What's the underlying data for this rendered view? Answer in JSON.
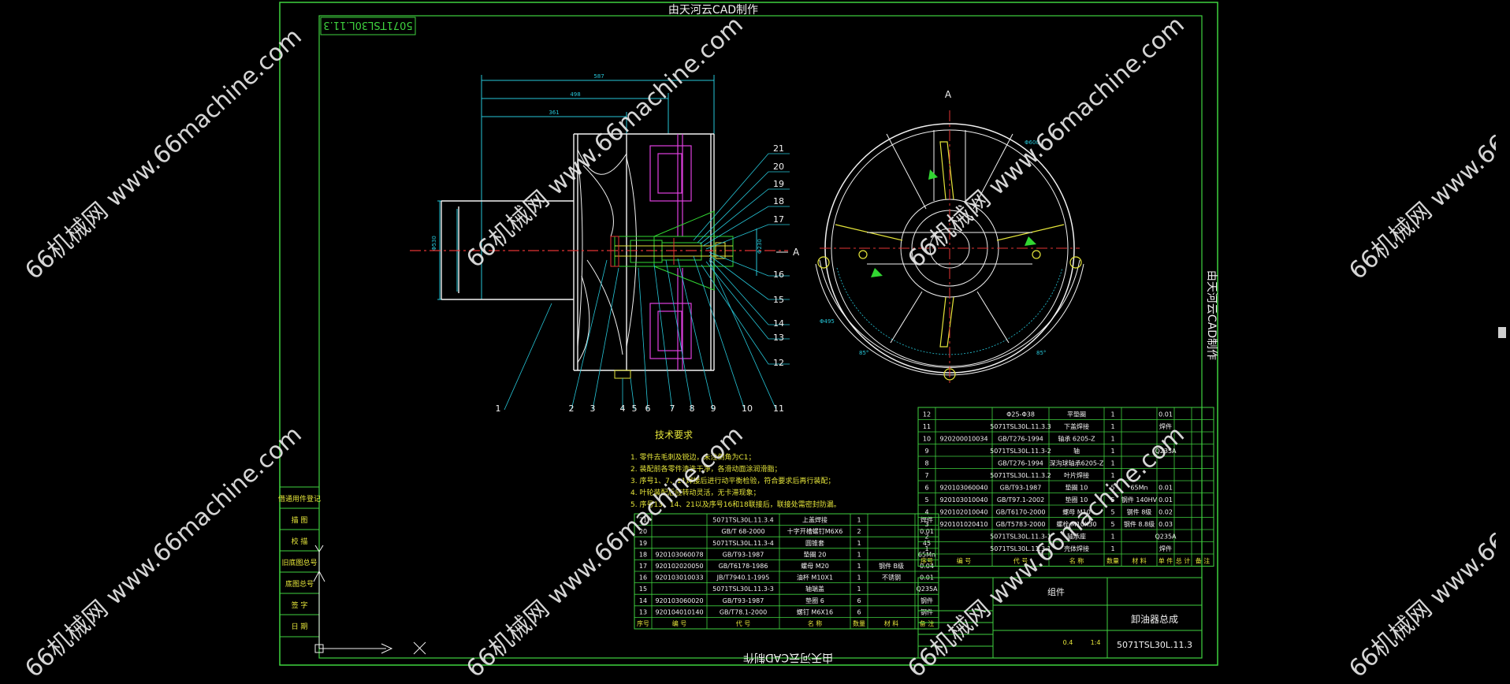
{
  "sheet": {
    "title_top": "由天河云CAD制作",
    "title_bottom": "由天河云CAD制作",
    "title_right": "由天河云CAD制作",
    "drawing_no_mirrored": "5071TSL30L.11.3",
    "section_label": "A",
    "section_label_2": "A",
    "colors": {
      "frame": "#3fd23f",
      "dim": "#26c6d8",
      "white": "#f2f2f2",
      "yellow": "#e4e43a",
      "magenta": "#e040e0",
      "red": "#e43434",
      "green": "#32d732"
    }
  },
  "dimensions": {
    "d1": "587",
    "d2": "498",
    "d3": "361",
    "d4": "Φ530",
    "d5": "Φ230",
    "d6": "Φ600",
    "d7": "Φ495",
    "d8": "85°",
    "d9": "85°"
  },
  "leaders": {
    "right": [
      "21",
      "20",
      "19",
      "18",
      "17",
      "16",
      "15",
      "14",
      "13",
      "12"
    ],
    "bottom": [
      "1",
      "2",
      "3",
      "4",
      "5",
      "6",
      "7",
      "8",
      "9",
      "10",
      "11"
    ]
  },
  "tech": {
    "heading": "技术要求",
    "lines": [
      "1. 零件去毛刺及锐边，未注倒角为C1；",
      "2. 装配前各零件清洗干净，各滑动面涂润滑脂；",
      "3. 序号1、7、11焊接后进行动平衡检验，符合要求后再行装配；",
      "4. 叶轮装配后应转动灵活，无卡滞现象；",
      "5. 序号13、14、21以及序号16和18联接后，联接处需密封防漏。"
    ]
  },
  "side_labels": [
    "借通用件登记",
    "描 图",
    "校 描",
    "旧底图总号",
    "底图总号",
    "签 字",
    "日 期"
  ],
  "bom_left": {
    "rows": [
      [
        "21",
        "",
        "5071TSL30L.11.3.4",
        "上盖焊接",
        "1",
        "",
        "焊件"
      ],
      [
        "20",
        "",
        "GB/T 68-2000",
        "十字开槽螺钉M6X6",
        "2",
        "",
        "0.01"
      ],
      [
        "19",
        "",
        "5071TSL30L.11.3-4",
        "圆锥套",
        "1",
        "",
        "45"
      ],
      [
        "18",
        "920103060078",
        "GB/T93-1987",
        "垫圈 20",
        "1",
        "",
        "65Mn"
      ],
      [
        "17",
        "920102020050",
        "GB/T6178-1986",
        "螺母 M20",
        "1",
        "钢件 B级",
        "0.04"
      ],
      [
        "16",
        "920103010033",
        "JB/T7940.1-1995",
        "油杯 M10X1",
        "1",
        "不锈钢",
        "0.01"
      ],
      [
        "15",
        "",
        "5071TSL30L.11.3-3",
        "轴端盖",
        "1",
        "",
        "Q235A"
      ],
      [
        "14",
        "920103060020",
        "GB/T93-1987",
        "垫圈 6",
        "6",
        "",
        "钢件"
      ],
      [
        "13",
        "920104010140",
        "GB/T78.1-2000",
        "螺钉 M6X16",
        "6",
        "",
        "钢件"
      ]
    ],
    "footer": [
      "序号",
      "编 号",
      "代 号",
      "名 称",
      "数量",
      "材 料",
      "备 注"
    ]
  },
  "bom_right": {
    "rows": [
      [
        "12",
        "",
        "Φ25-Φ38",
        "平垫圈",
        "1",
        "",
        "0.01"
      ],
      [
        "11",
        "",
        "5071TSL30L.11.3.3",
        "下盖焊接",
        "1",
        "",
        "焊件"
      ],
      [
        "10",
        "920200010034",
        "GB/T276-1994",
        "轴承 6205-Z",
        "1",
        "",
        ""
      ],
      [
        "9",
        "",
        "5071TSL30L.11.3-2",
        "轴",
        "1",
        "",
        "Q235A"
      ],
      [
        "8",
        "",
        "GB/T276-1994",
        "深沟球轴承6205-Z",
        "1",
        "",
        ""
      ],
      [
        "7",
        "",
        "5071TSL30L.11.3.2",
        "叶片焊接",
        "1",
        "",
        ""
      ],
      [
        "6",
        "920103060040",
        "GB/T93-1987",
        "垫圈 10",
        "5",
        "65Mn",
        "0.01"
      ],
      [
        "5",
        "920103010040",
        "GB/T97.1-2002",
        "垫圈 10",
        "5",
        "钢件 140HV",
        "0.01"
      ],
      [
        "4",
        "920102010040",
        "GB/T6170-2000",
        "螺母 M10",
        "5",
        "钢件 8级",
        "0.02"
      ],
      [
        "3",
        "920101020410",
        "GB/T5783-2000",
        "螺栓 M10X30",
        "5",
        "钢件 8.8级",
        "0.03"
      ],
      [
        "2",
        "",
        "5071TSL30L.11.3-1",
        "轴承座",
        "1",
        "",
        "Q235A"
      ],
      [
        "1",
        "",
        "5071TSL30L.11.3.1",
        "壳体焊接",
        "1",
        "",
        "焊件"
      ]
    ],
    "footer": [
      "序号",
      "编 号",
      "代 号",
      "名 称",
      "数量",
      "材 料",
      "单 件",
      "总 计",
      "备 注"
    ]
  },
  "title_block": {
    "group": "组件",
    "name": "卸油器总成",
    "code": "5071TSL30L.11.3",
    "scale": "1:4",
    "sheet": "0.4"
  },
  "watermarks": [
    "66机械网 www.66machine.com",
    "66机械网 www.66machine.com",
    "66机械网 www.66machine.com",
    "66机械网 www.66machine.com",
    "66机械网 www.66machine.com",
    "66机械网 www.66machine.com",
    "66机械网 www.66machine.com",
    "66机械网 www.66machine.com"
  ]
}
